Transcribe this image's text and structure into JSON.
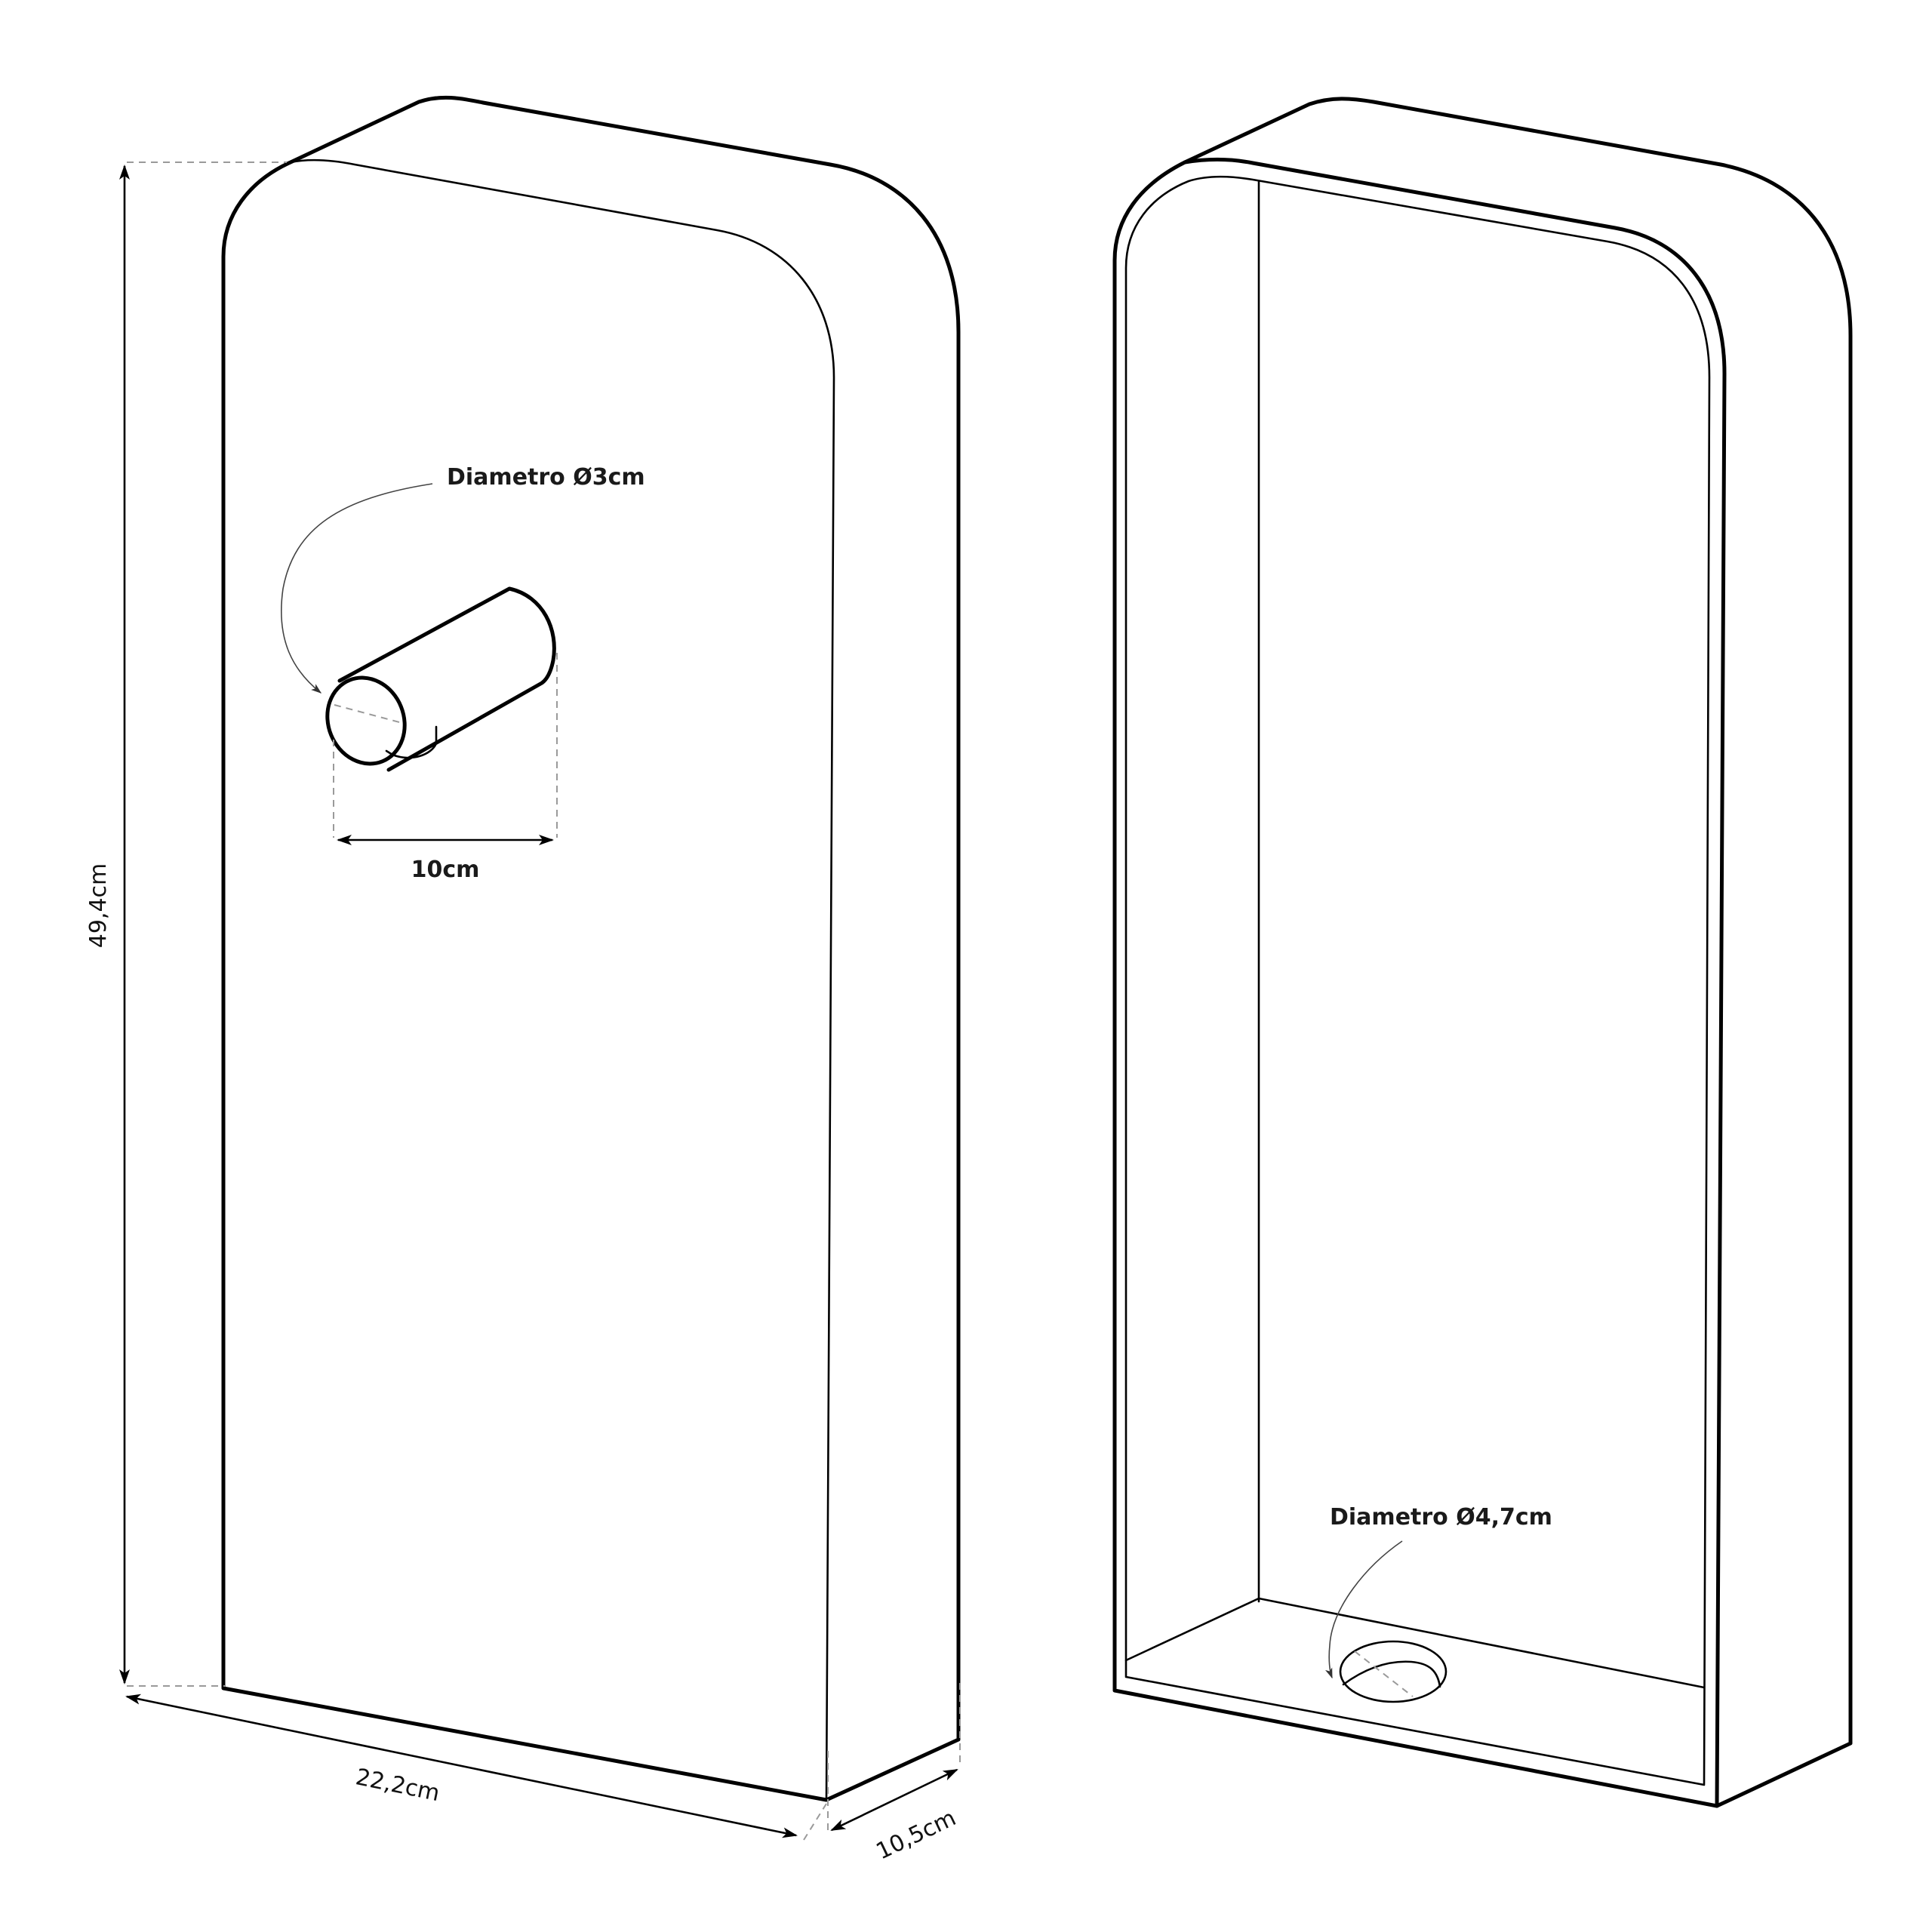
{
  "drawing": {
    "front_view": {
      "spout_diameter_label": "Diametro Ø3cm",
      "spout_length_label": "10cm",
      "height_label": "49,4cm",
      "width_label": "22,2cm",
      "depth_label": "10,5cm"
    },
    "back_view": {
      "hole_diameter_label": "Diametro Ø4,7cm"
    }
  },
  "colors": {
    "line": "#000000",
    "guide": "#9a9a9a",
    "background": "#ffffff"
  }
}
